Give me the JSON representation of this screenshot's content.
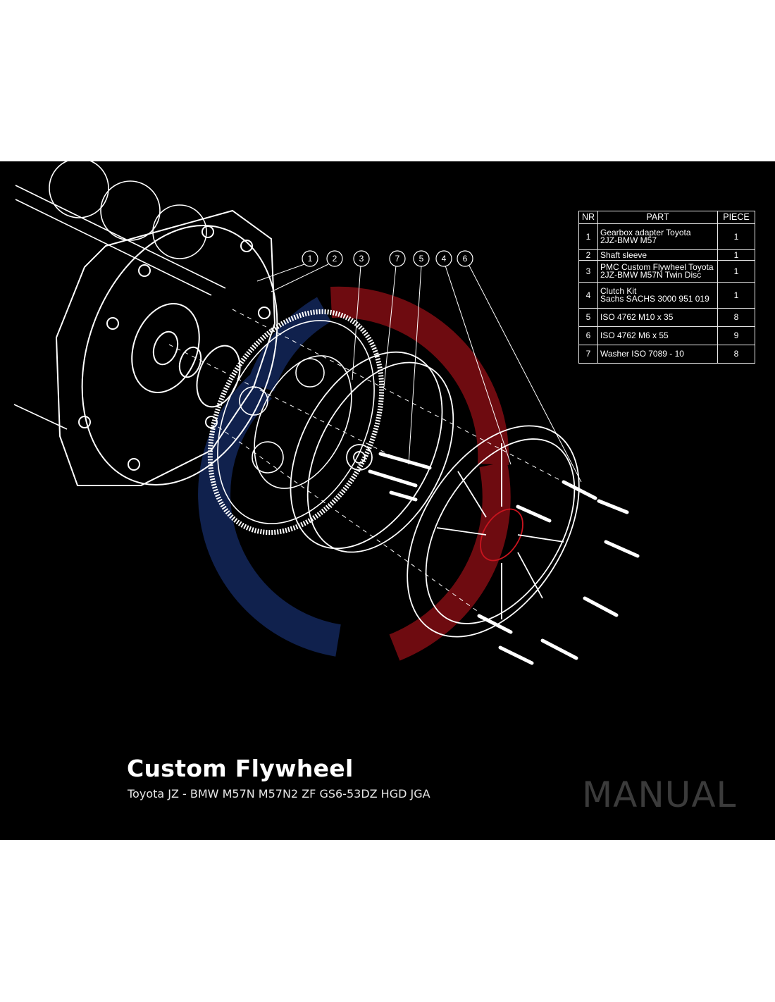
{
  "table": {
    "headers": {
      "nr": "NR",
      "part": "PART",
      "piece": "PIECE"
    },
    "rows": [
      {
        "nr": "1",
        "part_line1": "Gearbox adapter Toyota",
        "part_line2": "2JZ-BMW M57",
        "piece": "1"
      },
      {
        "nr": "2",
        "part_line1": "Shaft sleeve",
        "part_line2": "",
        "piece": "1"
      },
      {
        "nr": "3",
        "part_line1": "PMC Custom Flywheel Toyota",
        "part_line2": "2JZ-BMW M57N Twin Disc",
        "piece": "1"
      },
      {
        "nr": "4",
        "part_line1": "Clutch Kit",
        "part_line2": "Sachs SACHS 3000 951 019",
        "piece": "1"
      },
      {
        "nr": "5",
        "part_line1": "ISO 4762 M10 x 35",
        "part_line2": "",
        "piece": "8"
      },
      {
        "nr": "6",
        "part_line1": "ISO 4762 M6 x 55",
        "part_line2": "",
        "piece": "9"
      },
      {
        "nr": "7",
        "part_line1": "Washer ISO 7089 - 10",
        "part_line2": "",
        "piece": "8"
      }
    ]
  },
  "callouts": [
    "1",
    "2",
    "3",
    "7",
    "5",
    "4",
    "6"
  ],
  "title": "Custom Flywheel",
  "subtitle": "Toyota JZ - BMW M57N M57N2 ZF GS6-53DZ HGD JGA",
  "watermark": "MANUAL",
  "colors": {
    "background": "#000000",
    "line": "#ffffff",
    "accent_red": "#c8141e",
    "accent_blue": "#1e3c8c",
    "watermark": "#3b3b3b"
  }
}
